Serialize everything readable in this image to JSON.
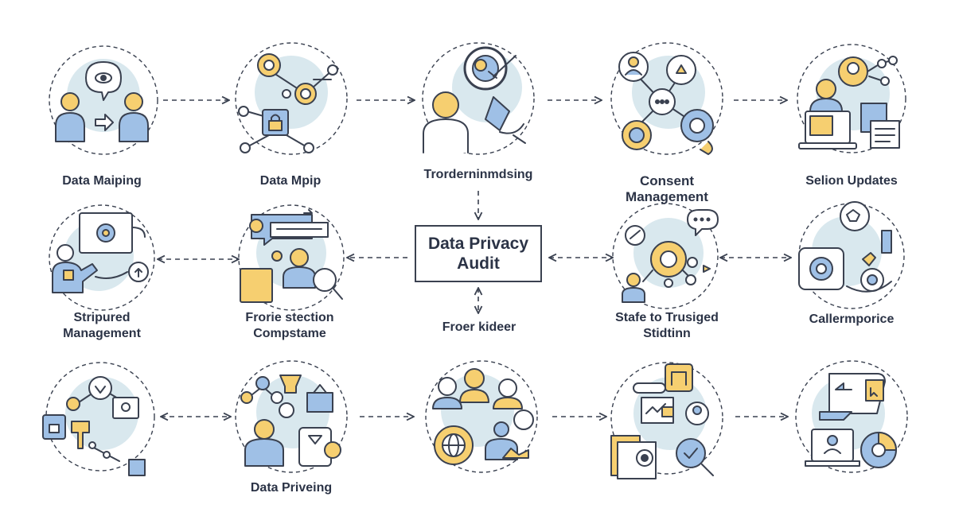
{
  "colors": {
    "stroke": "#3a4150",
    "blue": "#9fc0e6",
    "yellow": "#f6cf70",
    "halo": "#d9e8ee",
    "bg": "#ffffff"
  },
  "center": {
    "label": "Data Privacy\nAudit"
  },
  "labels": {
    "data_maiping": "Data Maiping",
    "data_mpip": "Data Mpip",
    "trorderninmdsing": "Trorderninmdsing",
    "consent_management": "Consent\nManagement",
    "selion_updates": "Selion Updates",
    "stripured_management": "Stripured\nManagement",
    "frorie_stection": "Frorie stection\nCompstame",
    "froer_kideer": "Froer kideer",
    "stafe_to_trusiged": "Stafe to Trusiged\nStidtinn",
    "callermporice": "Callermporice",
    "data_priveing": "Data Priveing"
  },
  "icons": [
    "two-people-eye-icon",
    "network-gear-lock-icon",
    "person-search-icon",
    "people-network-icon",
    "person-laptop-documents-icon",
    "laptop-gear-icon",
    "chat-person-search-icon",
    "chat-network-icon",
    "gear-settings-icon",
    "network-lock-icon",
    "person-gear-mobile-icon",
    "team-globe-gear-icon",
    "document-search-icon",
    "document-laptop-icon"
  ]
}
